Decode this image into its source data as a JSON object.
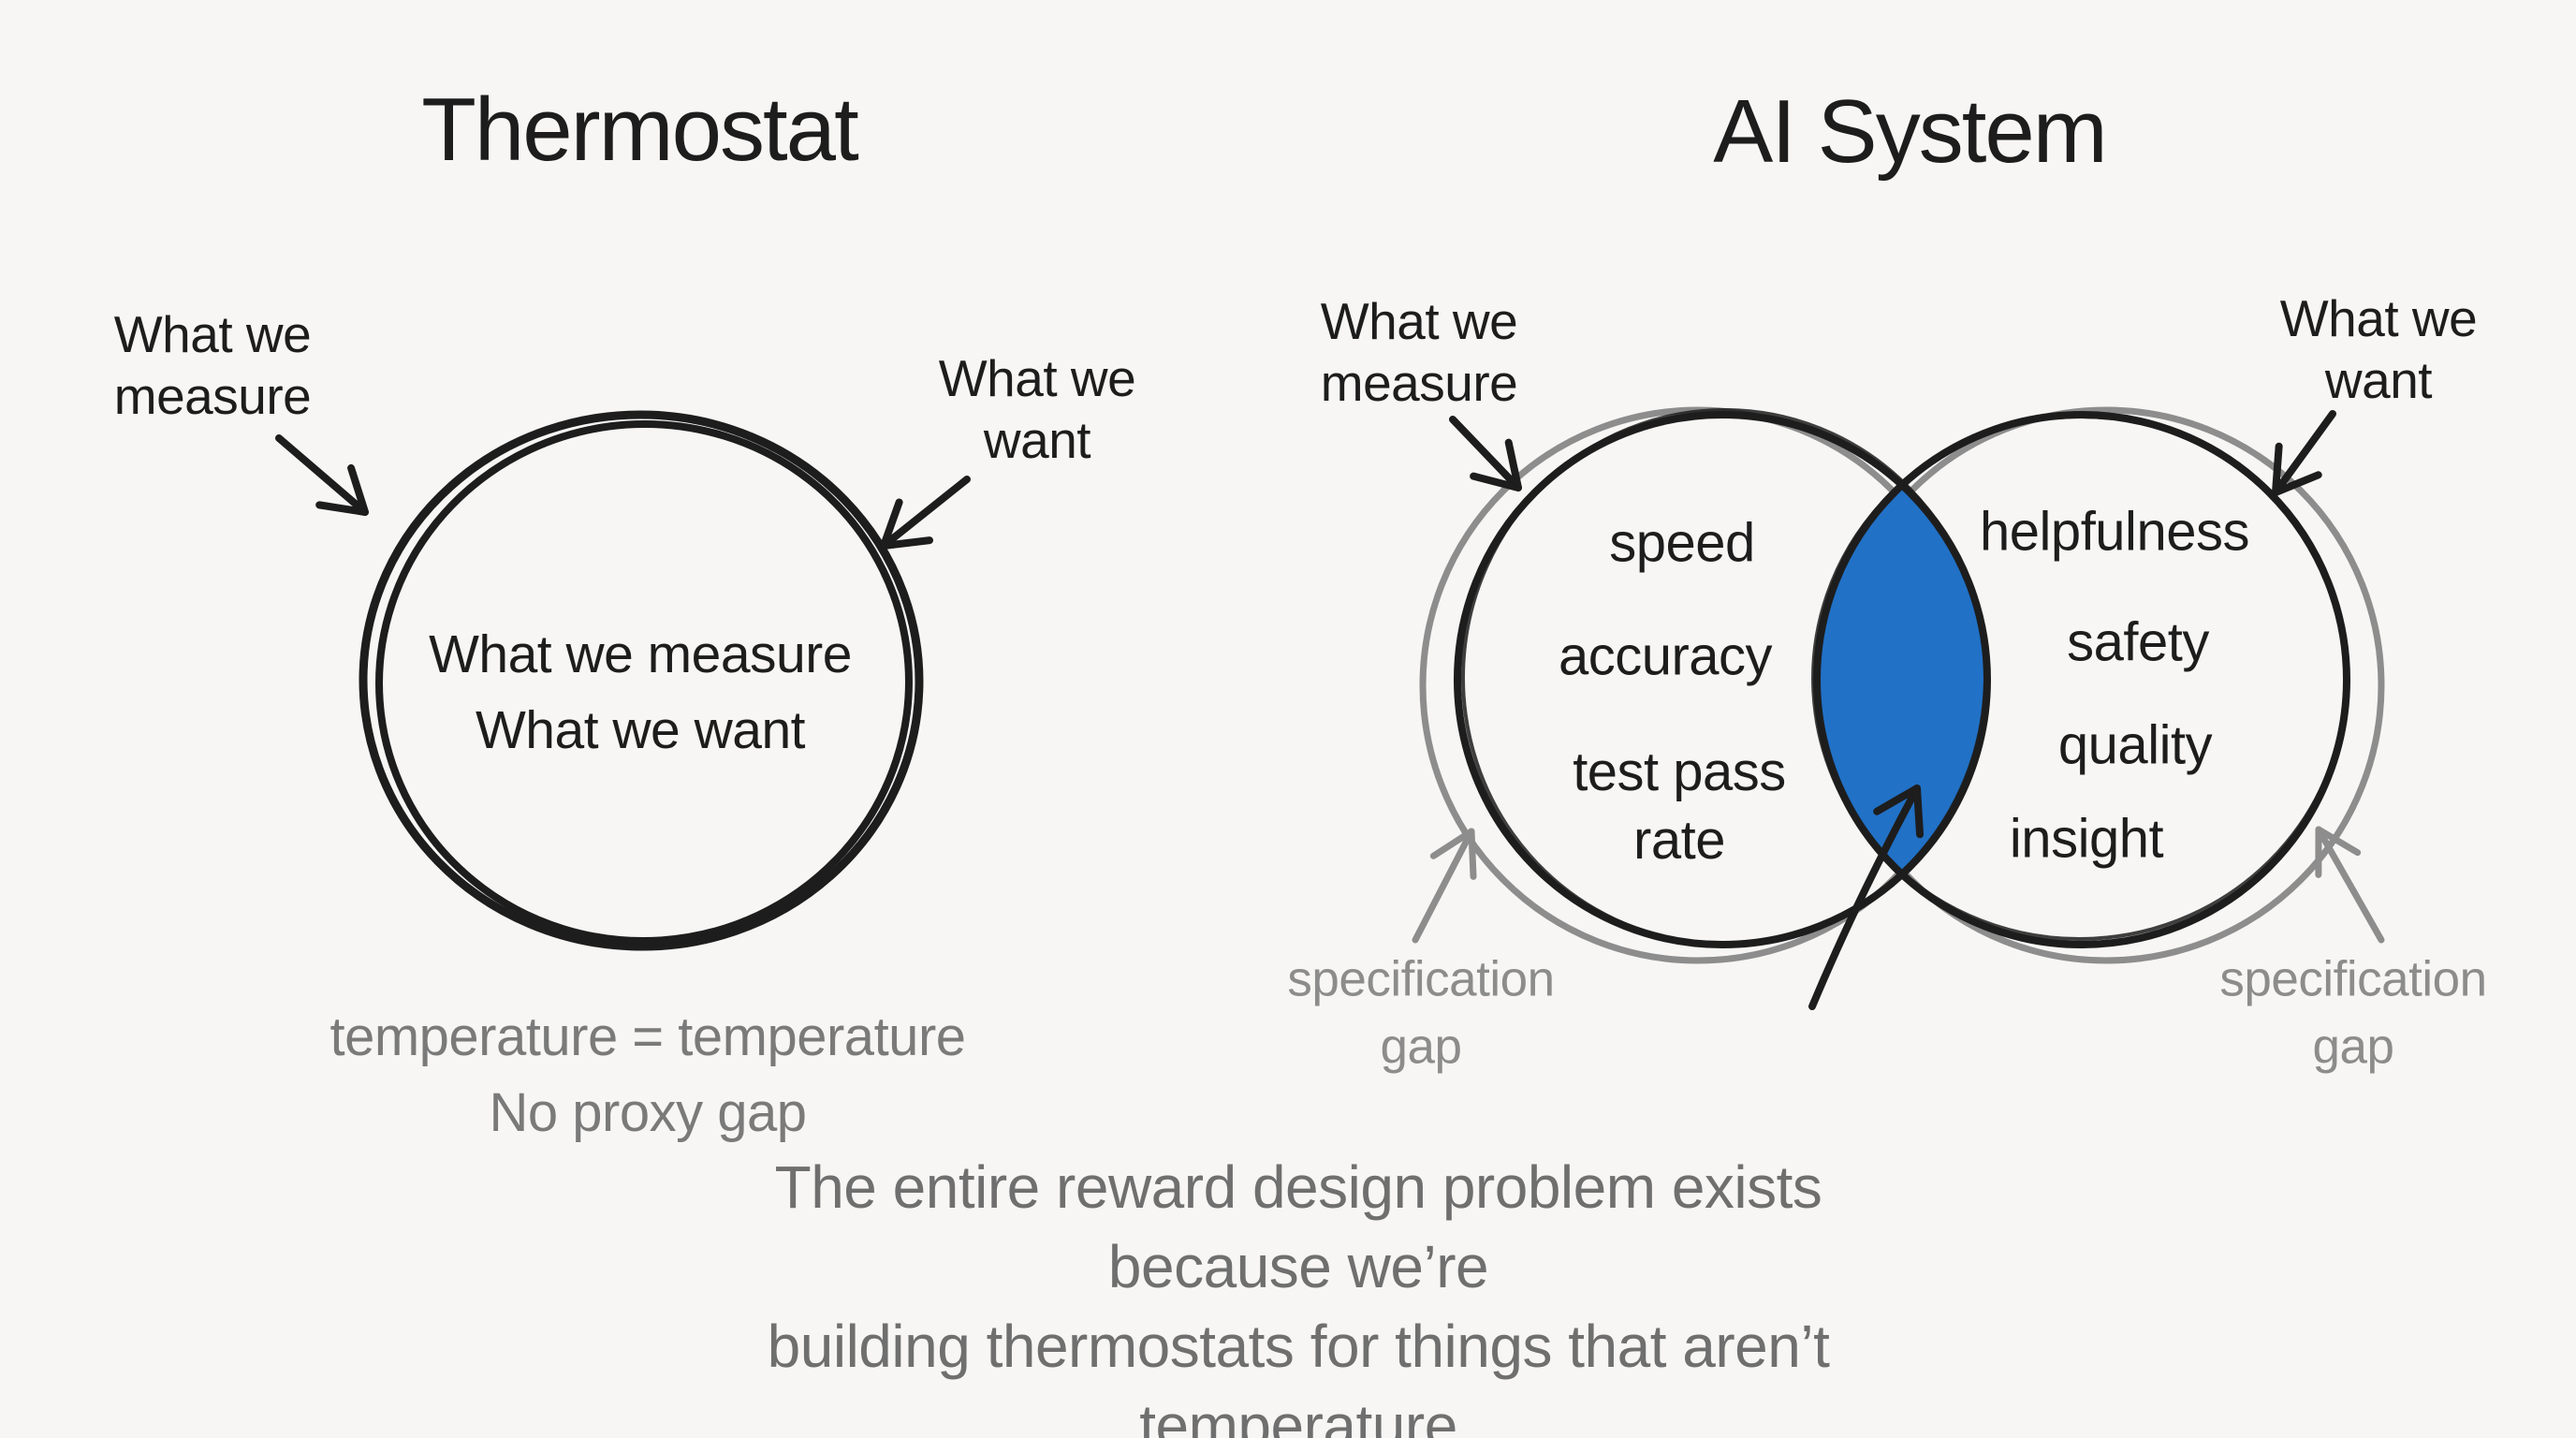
{
  "colors": {
    "background": "#f7f6f4",
    "ink_black": "#1d1d1d",
    "circle_gray": "#8d8d8d",
    "overlap_blue": "#2171c6",
    "caption_gray": "#7a7a7a",
    "spec_gap_gray": "#8c8c8c",
    "footer_gray": "#6f6f6f"
  },
  "left_diagram": {
    "title": "Thermostat",
    "measure_label": "What we\nmeasure",
    "want_label": "What we\nwant",
    "circle_text": "What we measure\nWhat we want",
    "caption": "temperature = temperature\nNo proxy gap"
  },
  "right_diagram": {
    "title": "AI System",
    "measure_label": "What we\nmeasure",
    "want_label": "What we\nwant",
    "measured_items": [
      "speed",
      "accuracy",
      "test pass\nrate"
    ],
    "wanted_items": [
      "helpfulness",
      "safety",
      "quality",
      "insight"
    ],
    "spec_gap_left": "specification\ngap",
    "spec_gap_right": "specification\ngap"
  },
  "footer_caption": "The entire reward design problem exists because we’re\nbuilding thermostats for things that aren’t temperature"
}
